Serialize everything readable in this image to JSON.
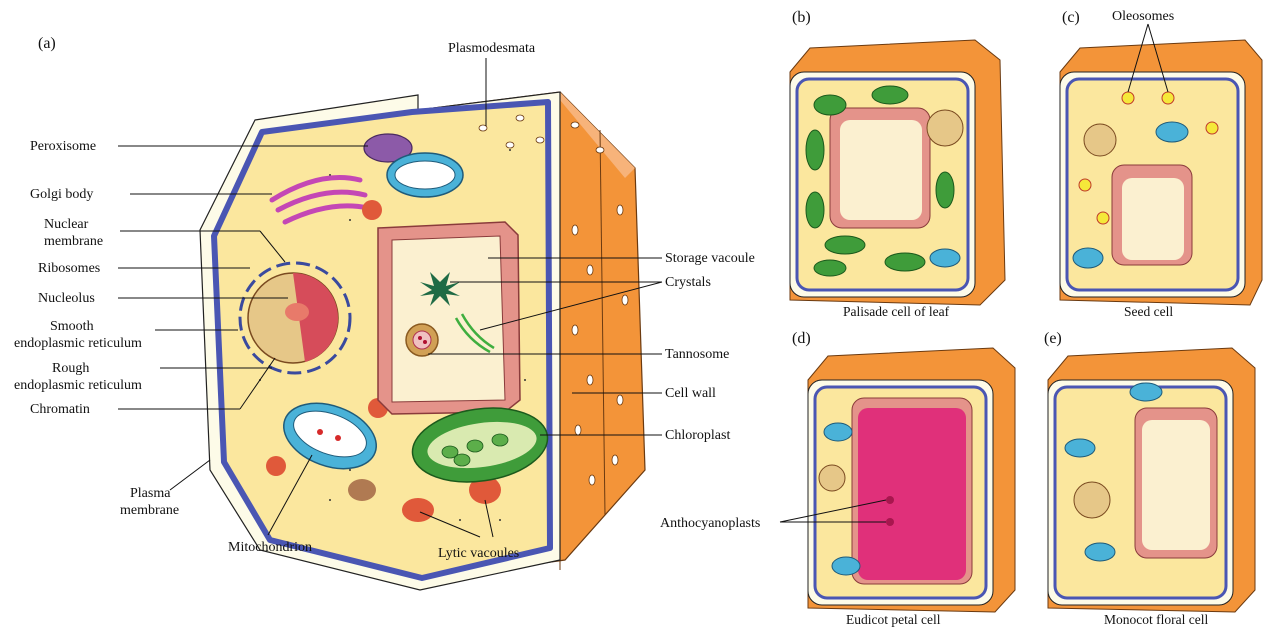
{
  "panels": {
    "a": "(a)",
    "b": "(b)",
    "c": "(c)",
    "d": "(d)",
    "e": "(e)"
  },
  "labels_left": {
    "peroxisome": "Peroxisome",
    "golgi": "Golgi body",
    "nuclear_membrane_1": "Nuclear",
    "nuclear_membrane_2": "membrane",
    "ribosomes": "Ribosomes",
    "nucleolus": "Nucleolus",
    "smooth_er_1": "Smooth",
    "smooth_er_2": "endoplasmic reticulum",
    "rough_er_1": "Rough",
    "rough_er_2": "endoplasmic reticulum",
    "chromatin": "Chromatin",
    "plasma_membrane_1": "Plasma",
    "plasma_membrane_2": "membrane"
  },
  "labels_right": {
    "plasmodesmata": "Plasmodesmata",
    "storage_vacuole": "Storage vacoule",
    "crystals": "Crystals",
    "tannosome": "Tannosome",
    "cell_wall": "Cell wall",
    "chloroplast": "Chloroplast"
  },
  "labels_bottom": {
    "mitochondrion": "Mitochondrion",
    "lytic_vacuoles": "Lytic vacoules"
  },
  "small_labels": {
    "oleosomes": "Oleosomes",
    "anthocyanoplasts": "Anthocyanoplasts"
  },
  "captions": {
    "b": "Palisade cell of leaf",
    "c": "Seed cell",
    "d": "Eudicot petal cell",
    "e": "Monocot floral cell"
  }
}
